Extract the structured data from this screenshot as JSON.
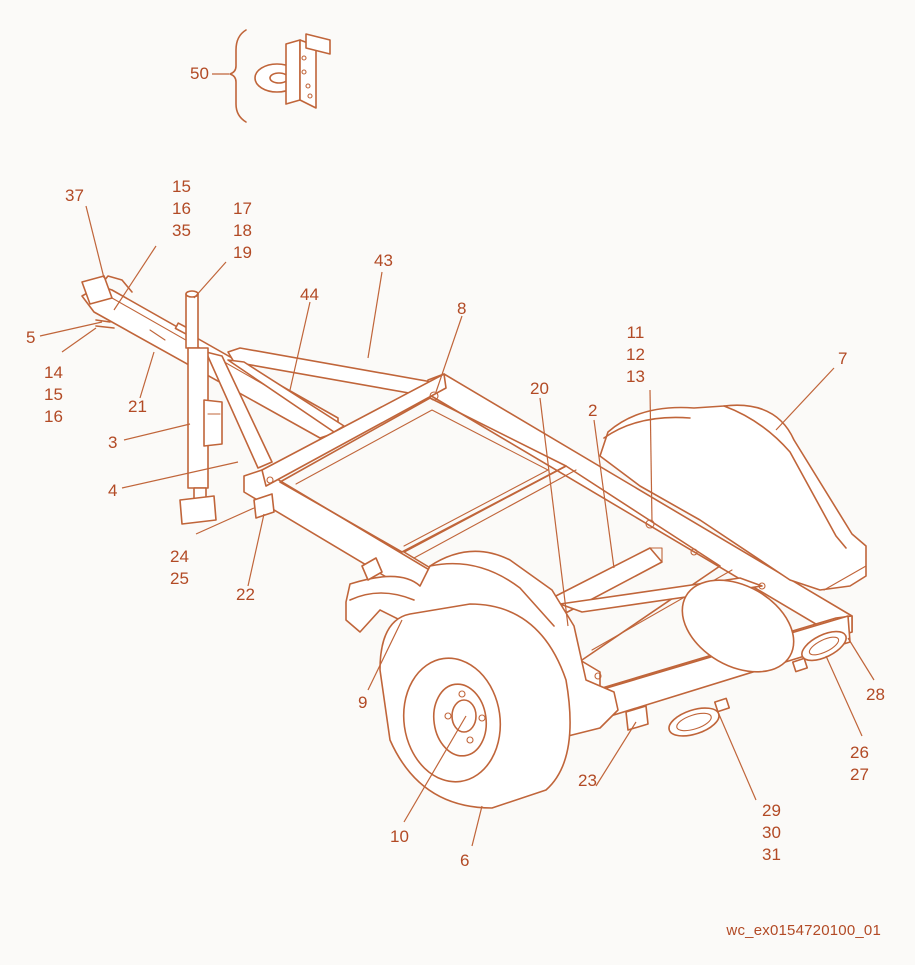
{
  "figure": {
    "id_label": "wc_ex0154720100_01",
    "line_color": "#c0653a",
    "text_color": "#b24a25"
  },
  "callouts": {
    "c50": "50",
    "c37": "37",
    "c15_16_35": "15\n16\n35",
    "c17_18_19": "17\n18\n19",
    "c43": "43",
    "c44": "44",
    "c5": "5",
    "c14_15_16": "14\n15\n16",
    "c21": "21",
    "c8": "8",
    "c11_12_13": "11\n12\n13",
    "c7": "7",
    "c20": "20",
    "c2": "2",
    "c3": "3",
    "c4": "4",
    "c24_25": "24\n25",
    "c22": "22",
    "c9": "9",
    "c10": "10",
    "c6": "6",
    "c23": "23",
    "c29_30_31": "29\n30\n31",
    "c26_27": "26\n27",
    "c28": "28"
  }
}
